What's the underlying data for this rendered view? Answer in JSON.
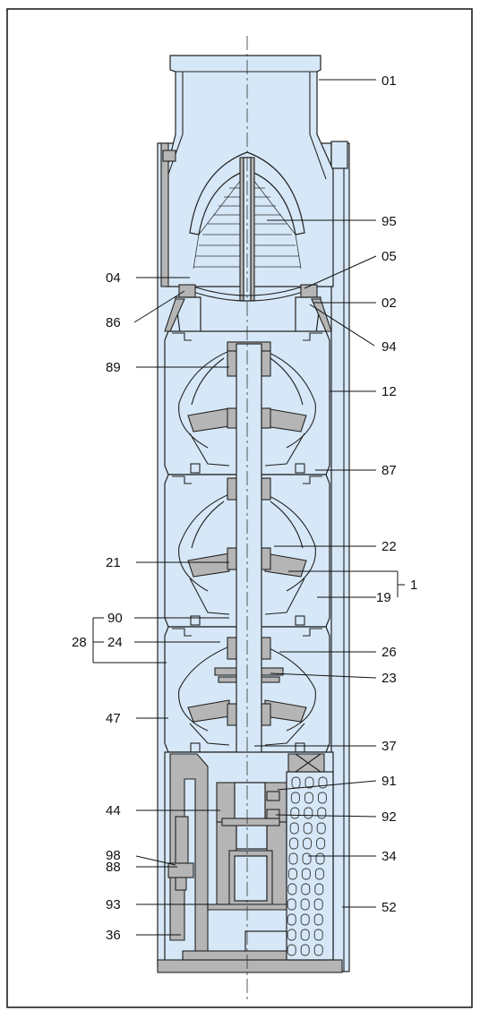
{
  "callouts": [
    {
      "id": "01",
      "label": "01"
    },
    {
      "id": "95",
      "label": "95"
    },
    {
      "id": "05",
      "label": "05"
    },
    {
      "id": "04",
      "label": "04"
    },
    {
      "id": "02",
      "label": "02"
    },
    {
      "id": "86",
      "label": "86"
    },
    {
      "id": "94",
      "label": "94"
    },
    {
      "id": "89",
      "label": "89"
    },
    {
      "id": "12",
      "label": "12"
    },
    {
      "id": "87",
      "label": "87"
    },
    {
      "id": "22",
      "label": "22"
    },
    {
      "id": "21",
      "label": "21"
    },
    {
      "id": "1",
      "label": "1"
    },
    {
      "id": "19",
      "label": "19"
    },
    {
      "id": "90",
      "label": "90"
    },
    {
      "id": "28",
      "label": "28"
    },
    {
      "id": "24",
      "label": "24"
    },
    {
      "id": "26",
      "label": "26"
    },
    {
      "id": "23",
      "label": "23"
    },
    {
      "id": "47",
      "label": "47"
    },
    {
      "id": "37",
      "label": "37"
    },
    {
      "id": "91",
      "label": "91"
    },
    {
      "id": "44",
      "label": "44"
    },
    {
      "id": "92",
      "label": "92"
    },
    {
      "id": "98",
      "label": "98"
    },
    {
      "id": "34",
      "label": "34"
    },
    {
      "id": "88",
      "label": "88"
    },
    {
      "id": "93",
      "label": "93"
    },
    {
      "id": "52",
      "label": "52"
    },
    {
      "id": "36",
      "label": "36"
    }
  ]
}
